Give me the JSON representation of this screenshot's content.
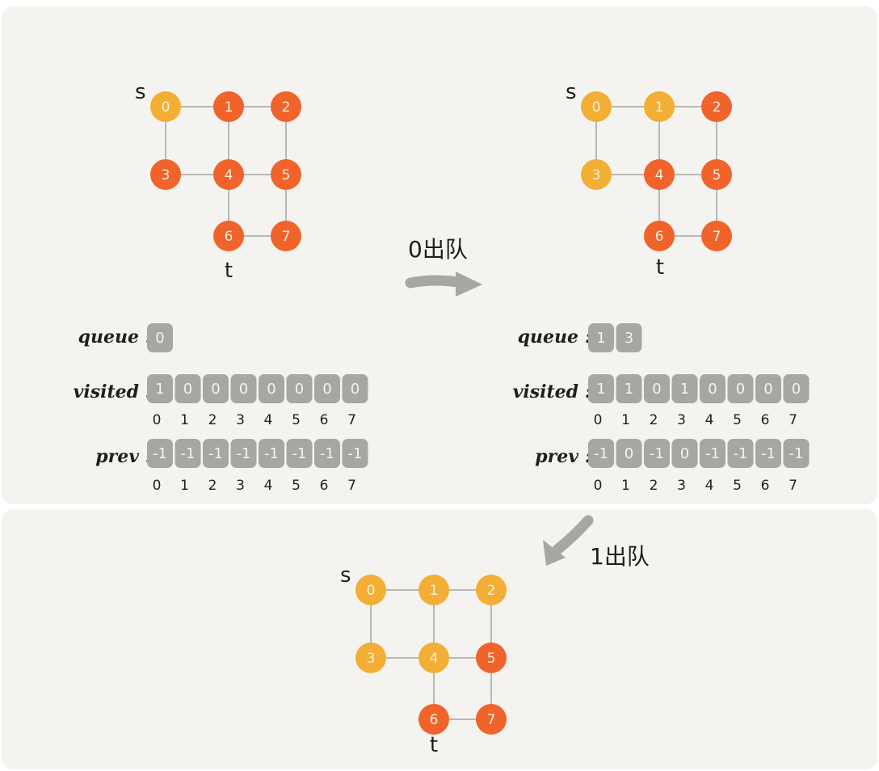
{
  "colors": {
    "unvisited": "#f0632a",
    "visited": "#f2ae35",
    "edge": "#b9b8b3",
    "cell": "#a8a6a0",
    "arrow": "#a8a6a0"
  },
  "graph": {
    "source_label": "s",
    "target_label": "t",
    "node_labels": [
      "0",
      "1",
      "2",
      "3",
      "4",
      "5",
      "6",
      "7"
    ],
    "edges": [
      [
        0,
        1
      ],
      [
        1,
        2
      ],
      [
        0,
        3
      ],
      [
        1,
        4
      ],
      [
        2,
        5
      ],
      [
        3,
        4
      ],
      [
        4,
        5
      ],
      [
        4,
        6
      ],
      [
        5,
        7
      ],
      [
        6,
        7
      ]
    ]
  },
  "steps": [
    {
      "visited_nodes": [
        0
      ]
    },
    {
      "visited_nodes": [
        0,
        1,
        3
      ]
    },
    {
      "visited_nodes": [
        0,
        1,
        2,
        3,
        4
      ]
    }
  ],
  "arrays": [
    {
      "queue_label": "queue",
      "queue": [
        "0"
      ],
      "visited_label": "visited",
      "visited": [
        "1",
        "0",
        "0",
        "0",
        "0",
        "0",
        "0",
        "0"
      ],
      "prev_label": "prev",
      "prev": [
        "-1",
        "-1",
        "-1",
        "-1",
        "-1",
        "-1",
        "-1",
        "-1"
      ],
      "indices": [
        "0",
        "1",
        "2",
        "3",
        "4",
        "5",
        "6",
        "7"
      ]
    },
    {
      "queue_label": "queue",
      "queue": [
        "1",
        "3"
      ],
      "visited_label": "visited",
      "visited": [
        "1",
        "1",
        "0",
        "1",
        "0",
        "0",
        "0",
        "0"
      ],
      "prev_label": "prev",
      "prev": [
        "-1",
        "0",
        "-1",
        "0",
        "-1",
        "-1",
        "-1",
        "-1"
      ],
      "indices": [
        "0",
        "1",
        "2",
        "3",
        "4",
        "5",
        "6",
        "7"
      ]
    }
  ],
  "transitions": [
    "0出队",
    "1出队"
  ]
}
